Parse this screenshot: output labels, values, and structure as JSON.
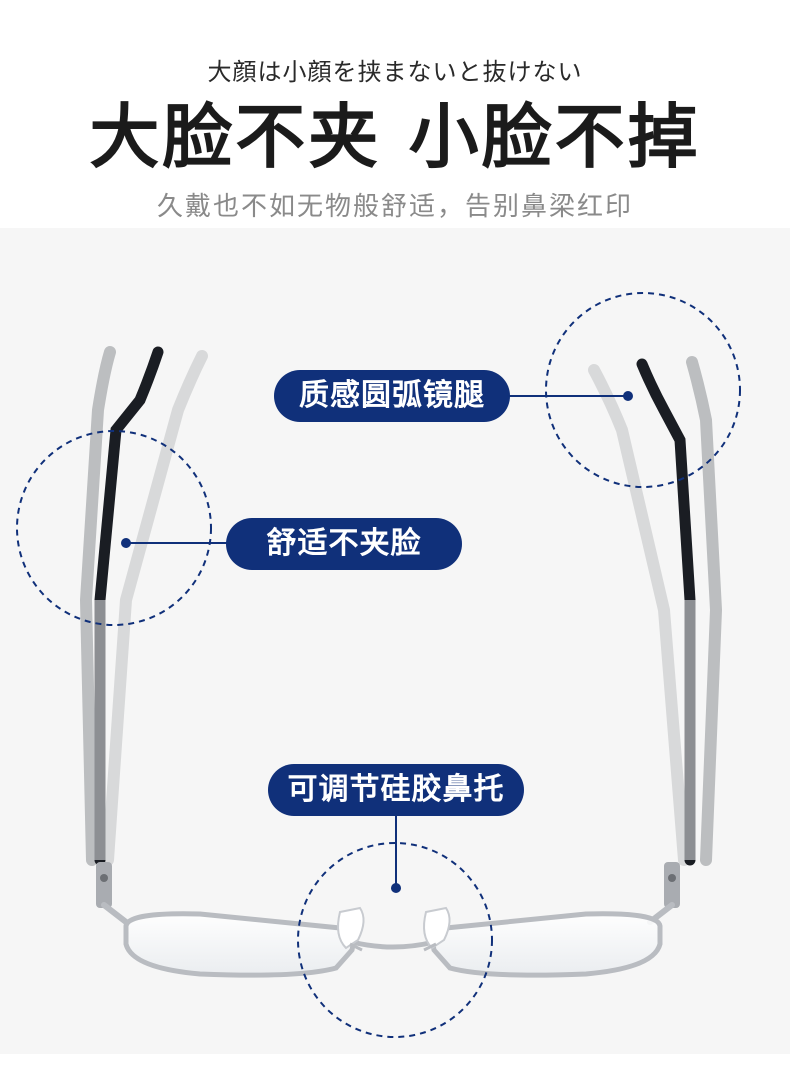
{
  "header": {
    "subtitle_jp": "大顔は小顔を挟まないと抜けない",
    "headline": "大脸不夹 小脸不掉",
    "tagline": "久戴也不如无物般舒适，告别鼻梁红印"
  },
  "callouts": {
    "temple": "质感圆弧镜腿",
    "comfort": "舒适不夹脸",
    "nose_pad": "可调节硅胶鼻托"
  },
  "colors": {
    "accent": "#10307a",
    "stage_bg": "#f6f6f6",
    "frame_metal": "#b9bcc1",
    "temple_dark": "#1a1d23",
    "temple_gray": "#8d8f93"
  }
}
